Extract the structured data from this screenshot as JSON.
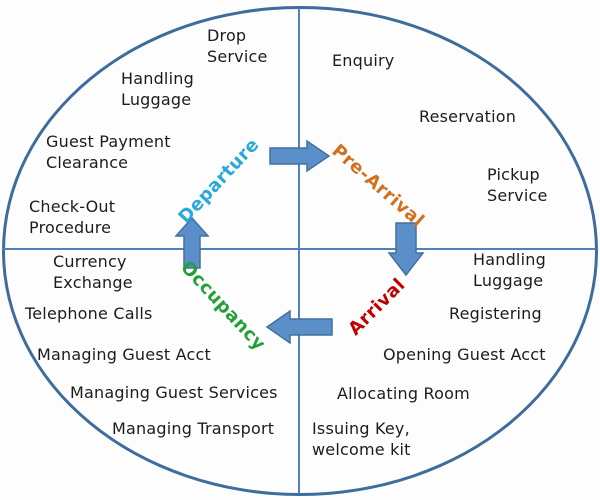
{
  "colors": {
    "ellipse_border": "#3e6d9d",
    "axis_line": "#4f81bd",
    "arrow_fill": "#5b8fca",
    "arrow_outline": "#41719c",
    "activity_text": "#1c1c1c",
    "departure": "#29a9db",
    "pre_arrival": "#d2711c",
    "arrival": "#c00000",
    "occupancy": "#21a038"
  },
  "phases": {
    "departure": {
      "label": "Departure"
    },
    "pre_arrival": {
      "label": "Pre-Arrival"
    },
    "arrival": {
      "label": "Arrival"
    },
    "occupancy": {
      "label": "Occupancy"
    }
  },
  "activities": {
    "departure": [
      "Drop\nService",
      "Handling\nLuggage",
      "Guest Payment\nClearance",
      "Check-Out\nProcedure"
    ],
    "pre_arrival": [
      "Enquiry",
      "Reservation",
      "Pickup\nService"
    ],
    "arrival": [
      "Handling\nLuggage",
      "Registering",
      "Opening Guest Acct",
      "Allocating Room",
      "Issuing Key,\nwelcome kit"
    ],
    "occupancy": [
      "Currency\nExchange",
      "Telephone Calls",
      "Managing Guest Acct",
      "Managing Guest Services",
      "Managing Transport"
    ]
  }
}
